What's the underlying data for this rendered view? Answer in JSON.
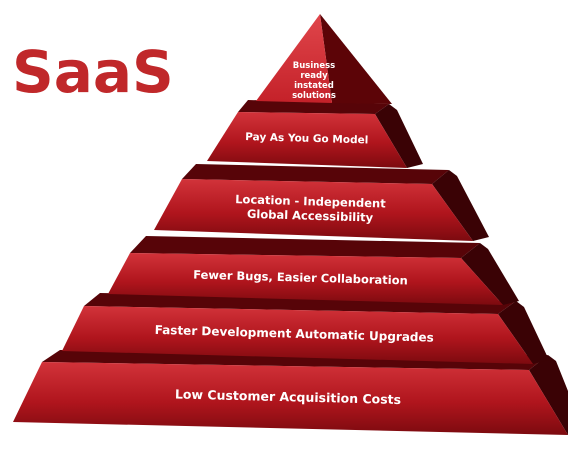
{
  "title": "SaaS",
  "apex": {
    "lines": [
      "Business",
      "ready",
      "instated",
      "solutions"
    ]
  },
  "tiers": [
    {
      "lines": [
        "Pay As You Go Model"
      ]
    },
    {
      "lines": [
        "Location - Independent",
        "Global Accessibility"
      ]
    },
    {
      "lines": [
        "Fewer Bugs, Easier Collaboration"
      ]
    },
    {
      "lines": [
        "Faster Development Automatic Upgrades"
      ]
    },
    {
      "lines": [
        "Low Customer Acquisition Costs"
      ]
    }
  ],
  "colors": {
    "title": "#c0282a",
    "face_light": "#d2333a",
    "face_mid": "#b0151d",
    "face_dark": "#7c0a0f",
    "top_surface": "#570408",
    "side": "#3a0205",
    "text": "#ffffff"
  }
}
